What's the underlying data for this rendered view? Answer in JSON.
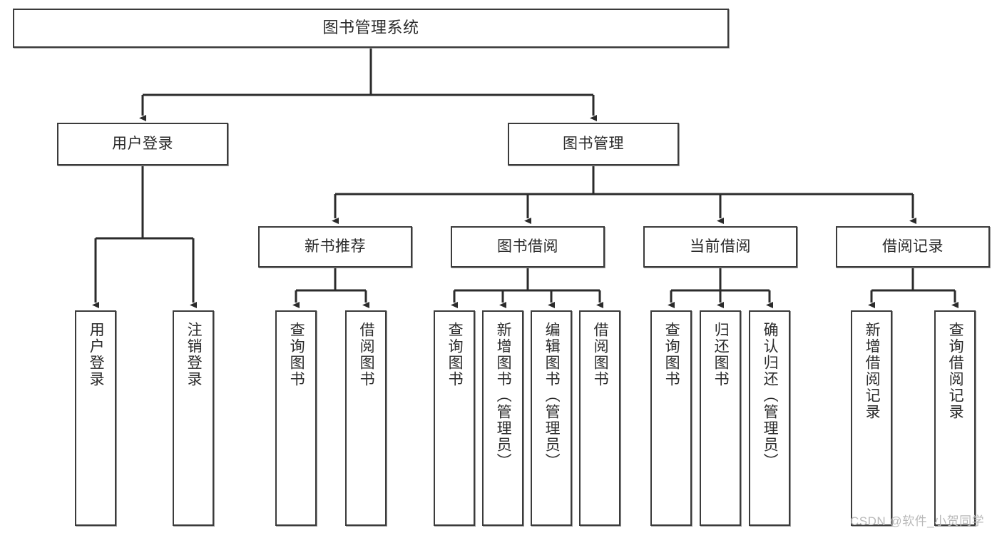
{
  "diagram": {
    "title": "图书管理系统",
    "type": "tree-hierarchy",
    "orientation": "top-down",
    "colors": {
      "box_border": "#3b3b3b",
      "box_fill": "#ffffff",
      "text": "#2b2b2b",
      "connector": "#2b2b2b",
      "watermark": "#b9b9b9"
    },
    "root": {
      "label": "图书管理系统"
    },
    "level2": [
      {
        "key": "user_login",
        "label": "用户登录"
      },
      {
        "key": "book_manage",
        "label": "图书管理"
      }
    ],
    "level3": [
      {
        "key": "new_book_rec",
        "label": "新书推荐"
      },
      {
        "key": "book_borrow",
        "label": "图书借阅"
      },
      {
        "key": "current_borrow",
        "label": "当前借阅"
      },
      {
        "key": "borrow_record",
        "label": "借阅记录"
      }
    ],
    "leaves": {
      "user_login": [
        {
          "label": "用户登录"
        },
        {
          "label": "注销登录"
        }
      ],
      "new_book_rec": [
        {
          "label": "查询图书"
        },
        {
          "label": "借阅图书"
        }
      ],
      "book_borrow": [
        {
          "label": "查询图书"
        },
        {
          "label": "新增图书（管理员）"
        },
        {
          "label": "编辑图书（管理员）"
        },
        {
          "label": "借阅图书"
        }
      ],
      "current_borrow": [
        {
          "label": "查询图书"
        },
        {
          "label": "归还图书"
        },
        {
          "label": "确认归还（管理员）"
        }
      ],
      "borrow_record": [
        {
          "label": "新增借阅记录"
        },
        {
          "label": "查询借阅记录"
        }
      ]
    }
  },
  "watermark": {
    "text": "CSDN @软件_小贺同学"
  }
}
